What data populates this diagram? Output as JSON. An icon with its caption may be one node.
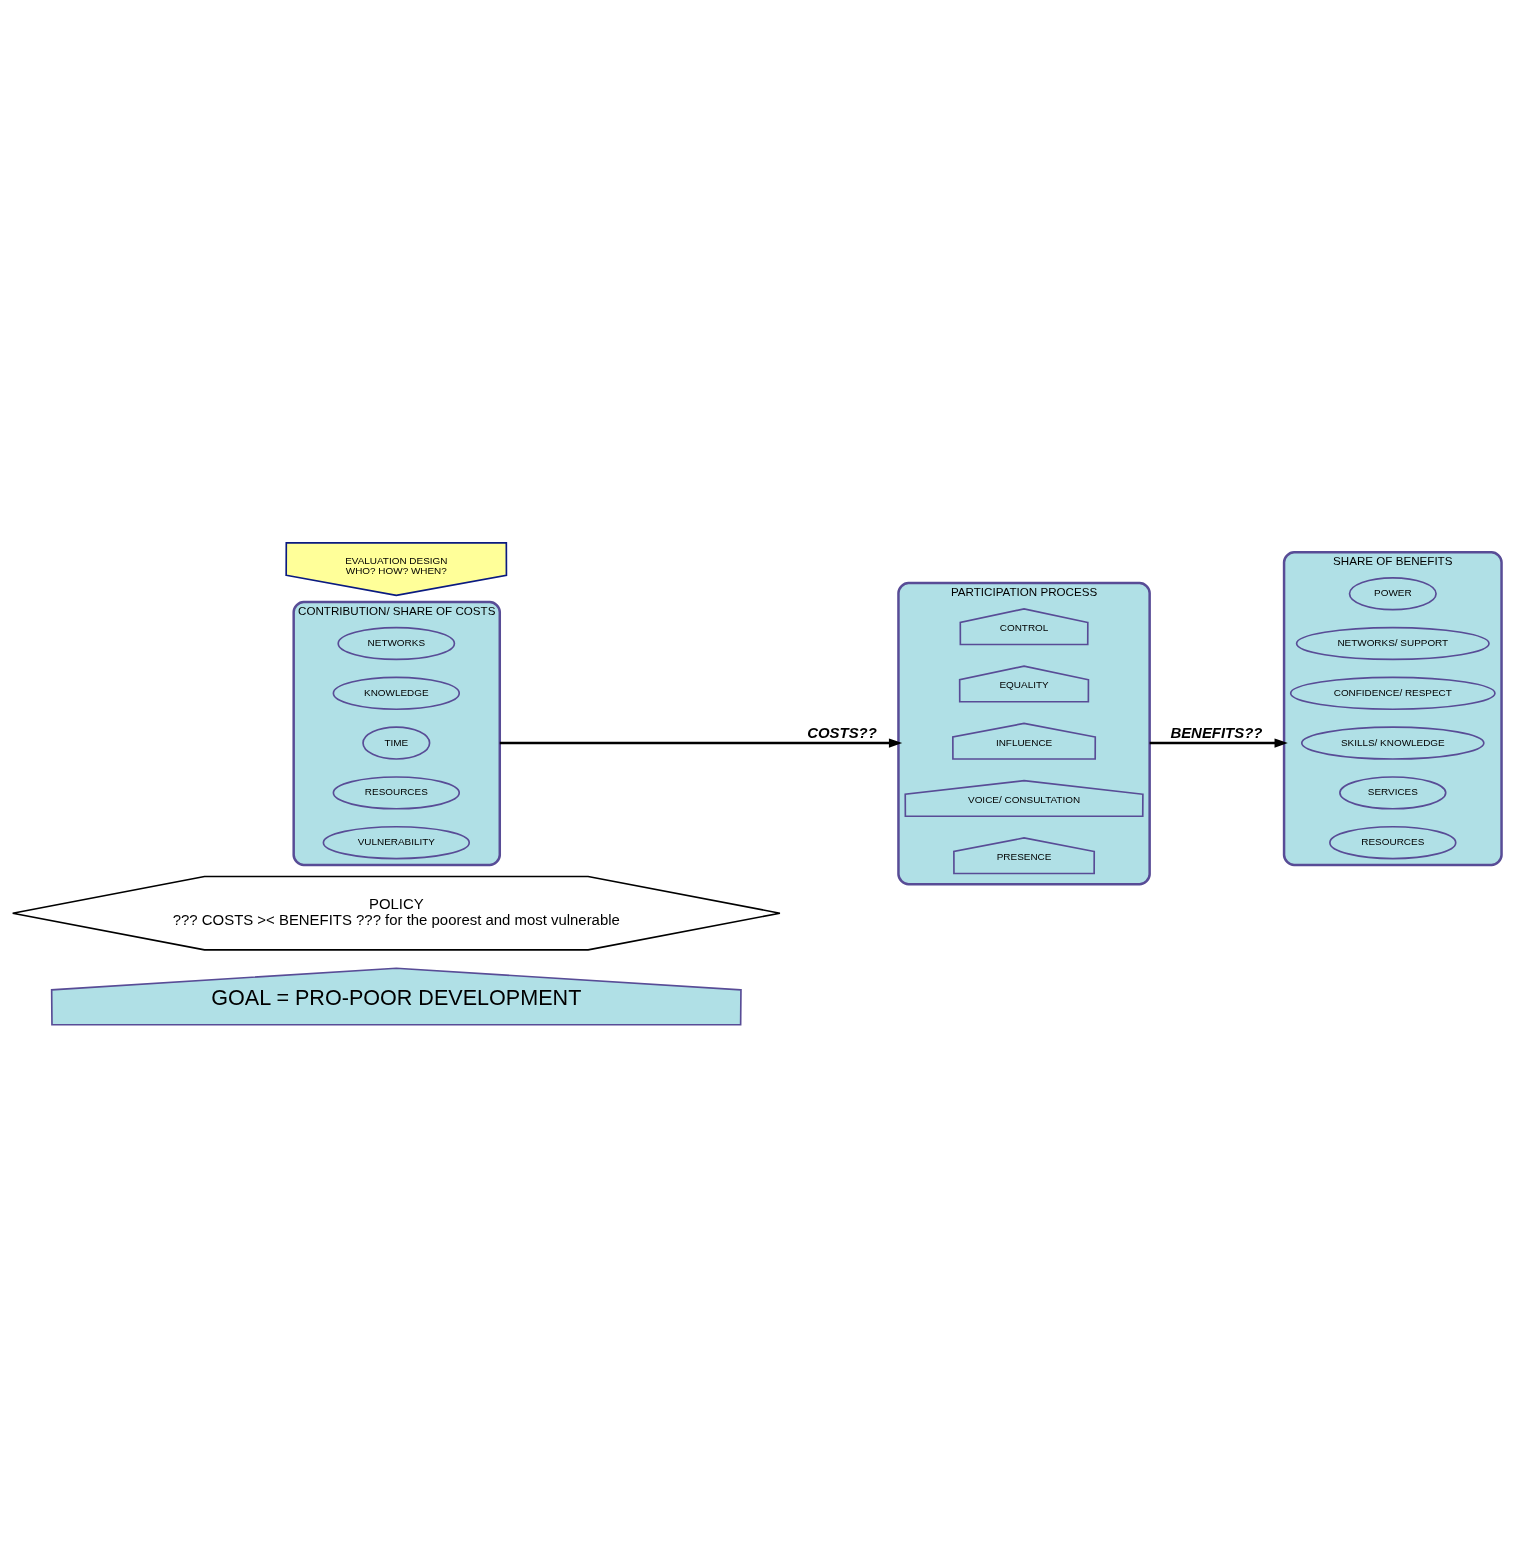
{
  "diagram": {
    "nodes": [
      {
        "text": [
          "GOAL = PRO-POOR DEVELOPMENT"
        ]
      },
      {
        "text": [
          "POLICY",
          "??? COSTS >< BENEFITS ??? for the poorest and most vulnerable"
        ]
      },
      {
        "text": [
          "CONTRIBUTION/ SHARE OF COSTS"
        ]
      },
      {
        "text": [
          "NETWORKS"
        ],
        "in": 2
      },
      {
        "text": [
          "KNOWLEDGE"
        ],
        "in": 2
      },
      {
        "text": [
          "TIME"
        ],
        "in": 2
      },
      {
        "text": [
          "RESOURCES"
        ],
        "in": 2
      },
      {
        "text": [
          "VULNERABILITY"
        ],
        "in": 2
      },
      {
        "text": [
          "SHARE OF BENEFITS"
        ]
      },
      {
        "text": [
          "POWER"
        ],
        "in": 8
      },
      {
        "text": [
          "NETWORKS/ SUPPORT"
        ],
        "in": 8
      },
      {
        "text": [
          "CONFIDENCE/ RESPECT"
        ],
        "in": 8
      },
      {
        "text": [
          "SKILLS/ KNOWLEDGE"
        ],
        "in": 8
      },
      {
        "text": [
          "SERVICES"
        ],
        "in": 8
      },
      {
        "text": [
          "RESOURCES"
        ],
        "in": 8
      },
      {
        "text": [
          "EVALUATION DESIGN",
          "WHO? HOW? WHEN?"
        ]
      },
      {
        "text": [
          "PARTICIPATION PROCESS"
        ]
      },
      {
        "text": [
          "CONTROL"
        ],
        "in": 16
      },
      {
        "text": [
          "EQUALITY"
        ],
        "in": 16
      },
      {
        "text": [
          "INFLUENCE"
        ],
        "in": 16
      },
      {
        "text": [
          "VOICE/ CONSULTATION"
        ],
        "in": 16
      },
      {
        "text": [
          "PRESENCE"
        ],
        "in": 16
      }
    ],
    "edges": [
      {
        "from": 2,
        "to": 16,
        "arrow": "to",
        "label": "COSTS??"
      },
      {
        "from": 16,
        "to": 8,
        "arrow": "to",
        "label": "BENEFITS??"
      }
    ]
  }
}
